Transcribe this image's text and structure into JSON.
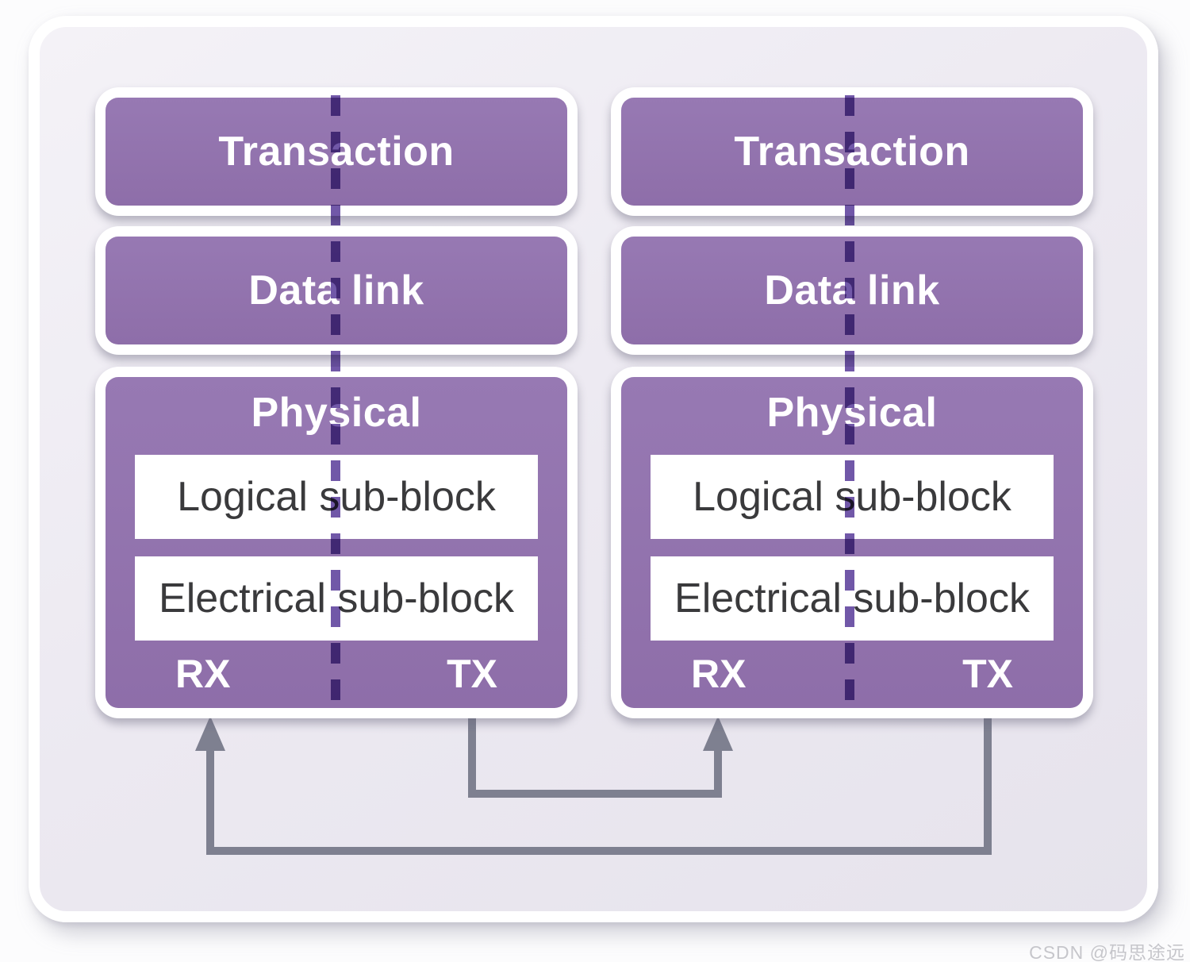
{
  "stacks": [
    {
      "side": "left",
      "transaction_label": "Transaction",
      "datalink_label": "Data link",
      "physical_label": "Physical",
      "logical_label": "Logical sub-block",
      "electrical_label": "Electrical sub-block",
      "rx_label": "RX",
      "tx_label": "TX"
    },
    {
      "side": "right",
      "transaction_label": "Transaction",
      "datalink_label": "Data link",
      "physical_label": "Physical",
      "logical_label": "Logical sub-block",
      "electrical_label": "Electrical sub-block",
      "rx_label": "RX",
      "tx_label": "TX"
    }
  ],
  "watermark": "CSDN @码思途远",
  "colors": {
    "purple": "#9173ae",
    "purple_top": "#9779b3",
    "purple_bot": "#8e6ea9",
    "dash": "#7158a8",
    "arrow": "#7e8090",
    "panel_bg": "#eae7ef",
    "text_dark": "#3a3a3c",
    "watermark": "#c6c6cb"
  }
}
